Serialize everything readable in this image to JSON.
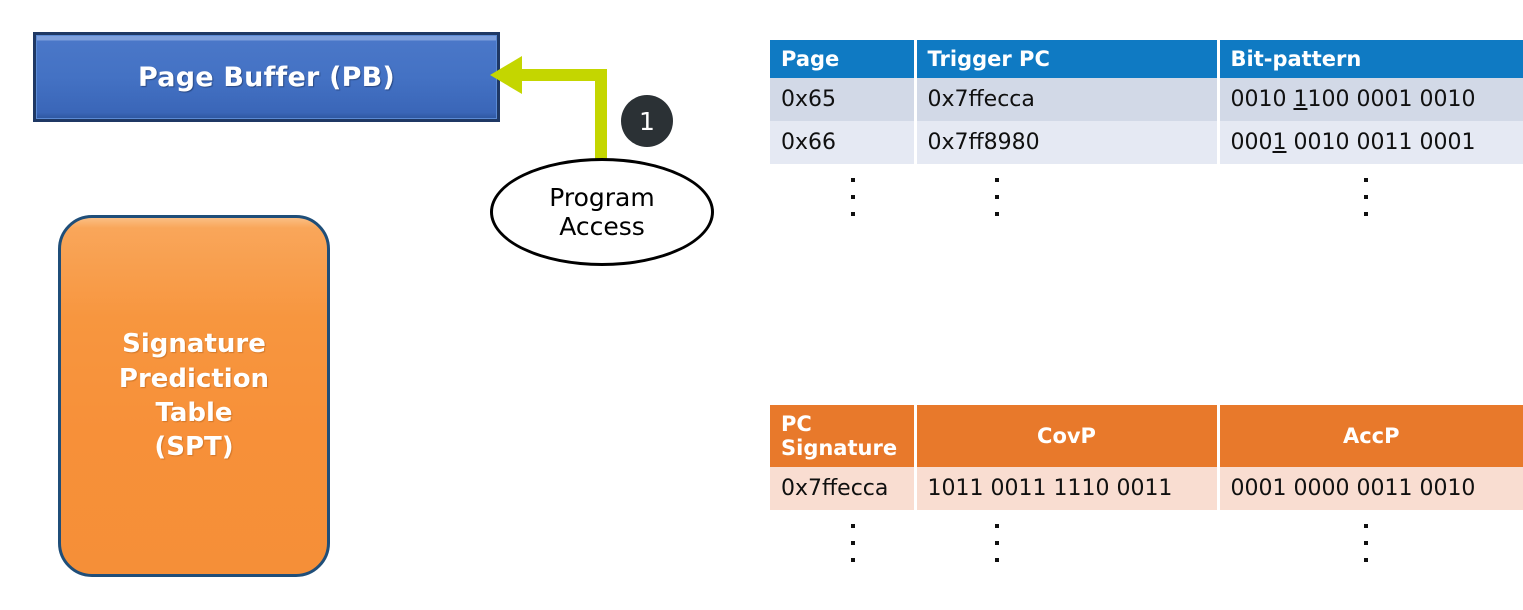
{
  "blocks": {
    "page_buffer": {
      "label": "Page Buffer (PB)"
    },
    "spt": {
      "label": "Signature\nPrediction\nTable\n(SPT)"
    },
    "program_access": {
      "label": "Program\nAccess"
    },
    "step_badge": {
      "number": "1"
    }
  },
  "colors": {
    "page_buffer_fill": "#4472C4",
    "page_buffer_border": "#1F3864",
    "spt_fill": "#F7963F",
    "spt_border": "#1F4E79",
    "arrow": "#C4D600",
    "badge": "#2B3135",
    "pb_table_header": "#0F7AC3",
    "pb_row_a": "#D2D9E7",
    "pb_row_b": "#E5E9F3",
    "spt_table_header": "#E8792B",
    "spt_row_a": "#F9DDD1"
  },
  "pb_table": {
    "headers": [
      "Page",
      "Trigger PC",
      "Bit-pattern"
    ],
    "rows": [
      {
        "page": "0x65",
        "trigger_pc": "0x7ffecca",
        "bit_pattern_pre": "0010 ",
        "bit_pattern_underlined": "1",
        "bit_pattern_post": "100 0001 0010"
      },
      {
        "page": "0x66",
        "trigger_pc": "0x7ff8980",
        "bit_pattern_pre": "000",
        "bit_pattern_underlined": "1",
        "bit_pattern_post": " 0010 0011 0001"
      }
    ]
  },
  "spt_table": {
    "headers": [
      "PC\nSignature",
      "CovP",
      "AccP"
    ],
    "rows": [
      {
        "pc_signature": "0x7ffecca",
        "covp": "1011 0011 1110 0011",
        "accp": "0001 0000 0011 0010"
      }
    ]
  }
}
